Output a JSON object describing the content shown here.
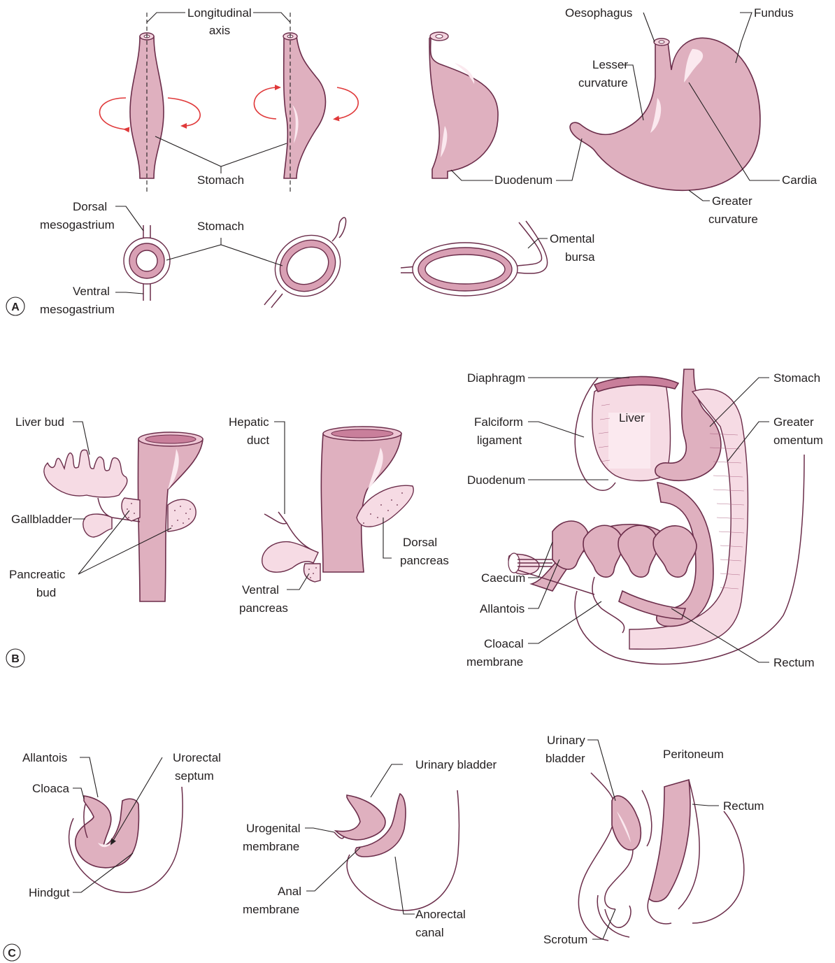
{
  "panels": {
    "a": {
      "letter": "A",
      "labels": {
        "longitudinal_axis_1": "Longitudinal",
        "longitudinal_axis_2": "axis",
        "stomach_top": "Stomach",
        "oesophagus": "Oesophagus",
        "fundus": "Fundus",
        "lesser_curvature_1": "Lesser",
        "lesser_curvature_2": "curvature",
        "duodenum": "Duodenum",
        "cardia": "Cardia",
        "greater_curvature_1": "Greater",
        "greater_curvature_2": "curvature",
        "dorsal_meso_1": "Dorsal",
        "dorsal_meso_2": "mesogastrium",
        "stomach_cross": "Stomach",
        "ventral_meso_1": "Ventral",
        "ventral_meso_2": "mesogastrium",
        "omental_bursa_1": "Omental",
        "omental_bursa_2": "bursa"
      }
    },
    "b": {
      "letter": "B",
      "labels": {
        "liver_bud": "Liver bud",
        "gallbladder": "Gallbladder",
        "pancreatic_bud_1": "Pancreatic",
        "pancreatic_bud_2": "bud",
        "hepatic_duct_1": "Hepatic",
        "hepatic_duct_2": "duct",
        "dorsal_pancreas_1": "Dorsal",
        "dorsal_pancreas_2": "pancreas",
        "ventral_pancreas_1": "Ventral",
        "ventral_pancreas_2": "pancreas",
        "diaphragm": "Diaphragm",
        "stomach": "Stomach",
        "falciform_1": "Falciform",
        "falciform_2": "ligament",
        "liver": "Liver",
        "greater_omentum_1": "Greater",
        "greater_omentum_2": "omentum",
        "duodenum": "Duodenum",
        "caecum": "Caecum",
        "allantois": "Allantois",
        "cloacal_1": "Cloacal",
        "cloacal_2": "membrane",
        "rectum": "Rectum"
      }
    },
    "c": {
      "letter": "C",
      "labels": {
        "allantois": "Allantois",
        "urorectal_1": "Urorectal",
        "urorectal_2": "septum",
        "cloaca": "Cloaca",
        "hindgut": "Hindgut",
        "urinary_bladder_mid": "Urinary bladder",
        "urogenital_1": "Urogenital",
        "urogenital_2": "membrane",
        "anal_1": "Anal",
        "anal_2": "membrane",
        "anorectal_1": "Anorectal",
        "anorectal_2": "canal",
        "urinary_bladder_1": "Urinary",
        "urinary_bladder_2": "bladder",
        "peritoneum": "Peritoneum",
        "rectum": "Rectum",
        "scrotum": "Scrotum"
      }
    }
  },
  "colors": {
    "tissue": "#dfb0bf",
    "tissue_dark": "#c97f9b",
    "tissue_light": "#f6dbe4",
    "outline": "#6b2d4a",
    "rotation_arrow": "#e0393a",
    "text": "#231f20"
  }
}
